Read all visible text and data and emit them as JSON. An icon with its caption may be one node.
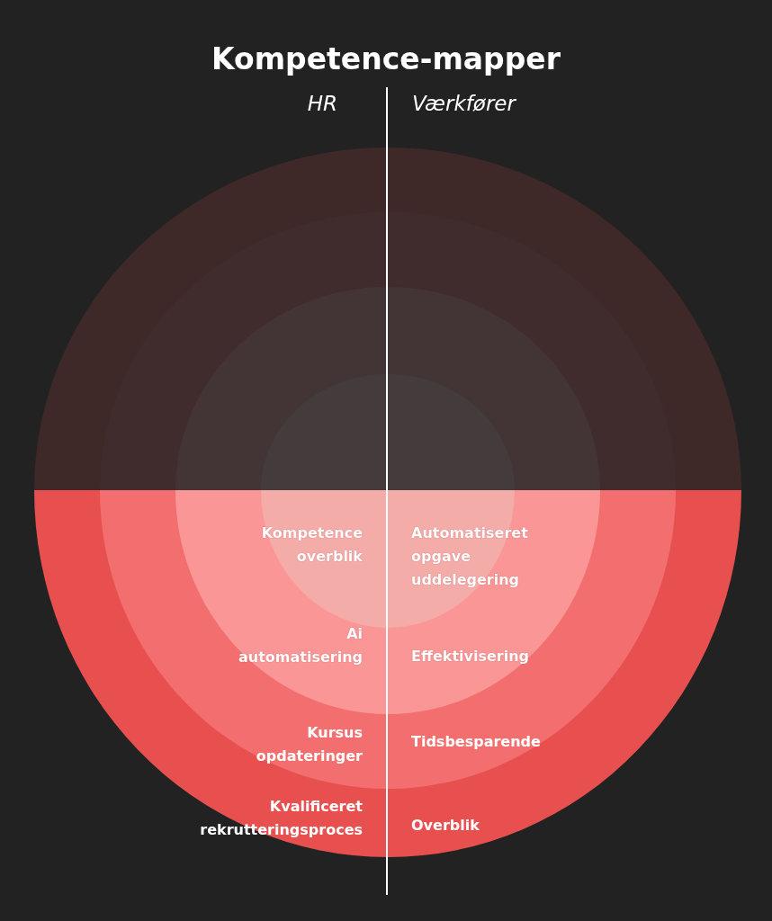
{
  "diagram": {
    "title": "Kompetence-mapper",
    "nodes": [
      {
        "text": [
          "Kvalificeret rekrutteringsproces",
          "Overblik"
        ]
      },
      {
        "text": [
          "Kursus opdateringer",
          "Tidsbesparende"
        ],
        "in": 0
      },
      {
        "text": [
          "Ai automatisering",
          "Effektivisering"
        ],
        "in": 1
      },
      {
        "text": [
          "Kompetence overblik",
          "Automatiseret opgave uddelegering"
        ],
        "in": 2
      }
    ],
    "labels": [
      "HR",
      "Værkfører"
    ]
  }
}
